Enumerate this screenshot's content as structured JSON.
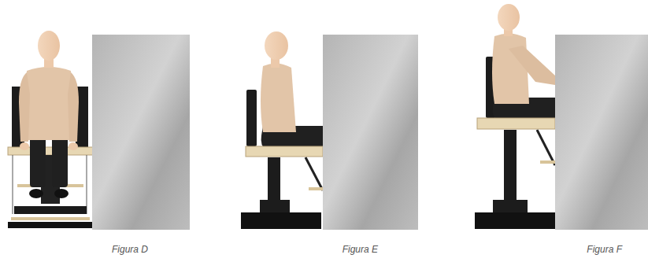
{
  "diagram": {
    "labels": [
      "Figura D",
      "Figura E",
      "Figura F"
    ]
  }
}
